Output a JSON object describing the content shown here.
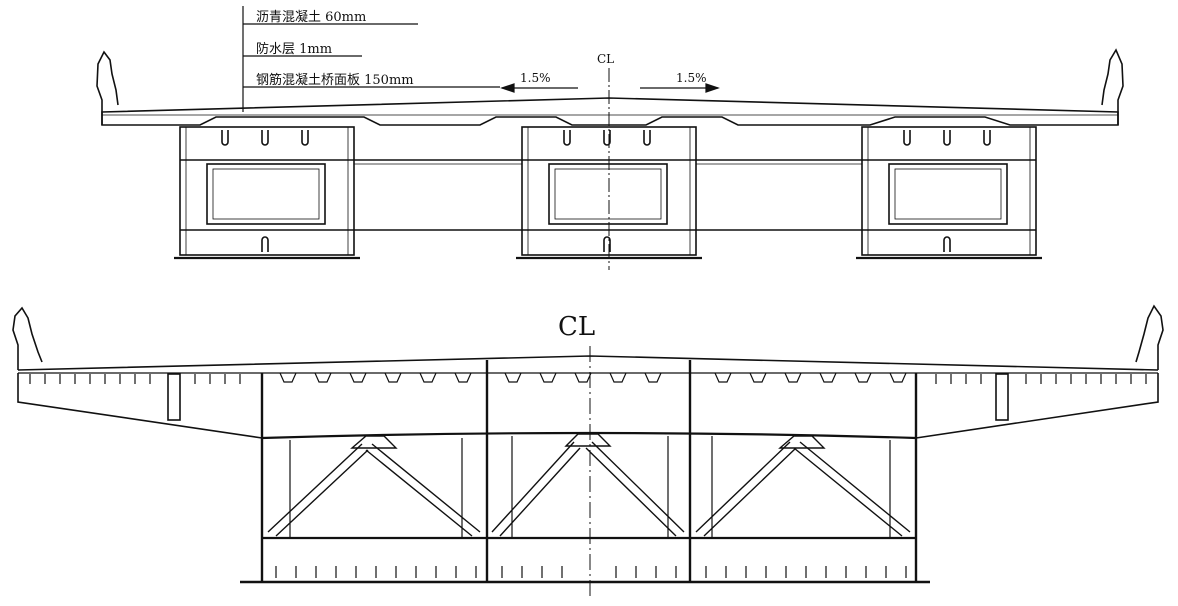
{
  "top_section": {
    "layers": [
      "沥青混凝土 60mm",
      "防水层 1mm",
      "钢筋混凝土桥面板 150mm"
    ],
    "centerline_label": "CL",
    "slope_left": "1.5%",
    "slope_right": "1.5%"
  },
  "bottom_section": {
    "centerline_label": "CL"
  },
  "colors": {
    "line": "#111111",
    "background": "#ffffff"
  }
}
